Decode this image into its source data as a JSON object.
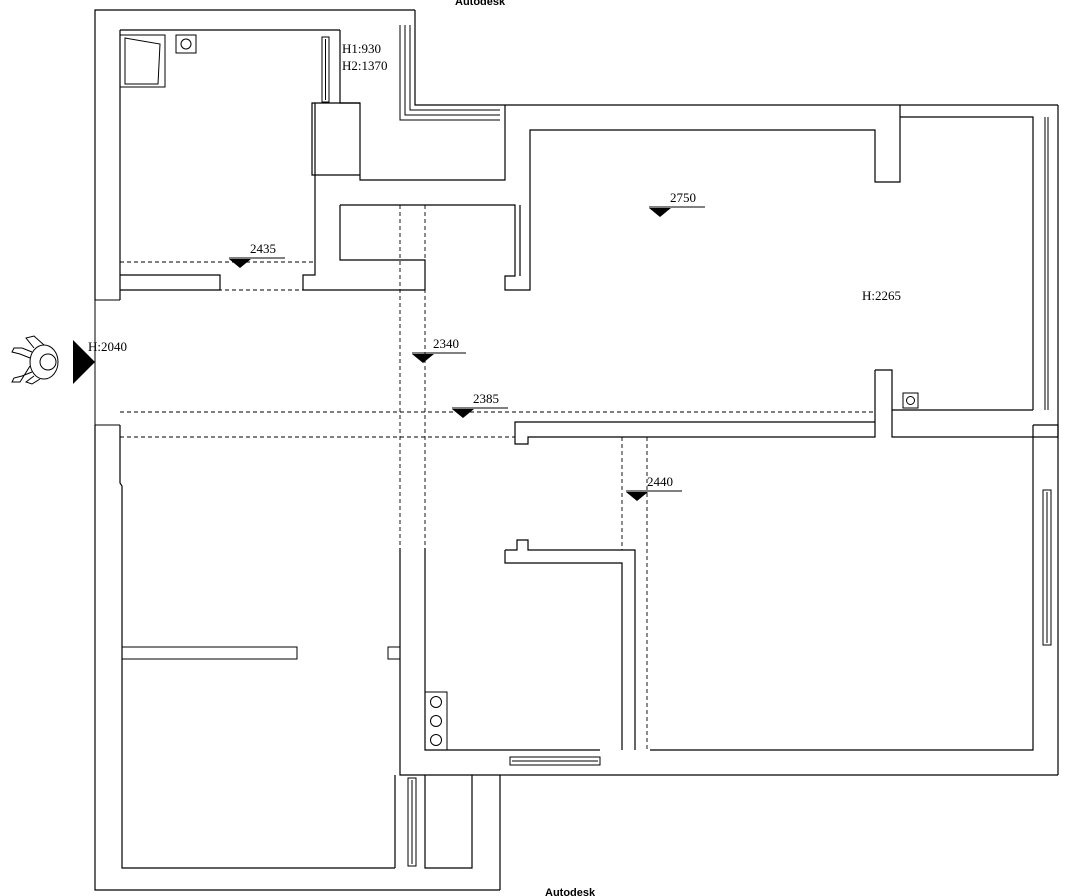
{
  "watermark_top": "Autodesk",
  "watermark_bottom": "Autodesk",
  "window_heights": {
    "h1": "H1:930",
    "h2": "H2:1370"
  },
  "heights": {
    "entrance": "H:2040",
    "living_right": "H:2265"
  },
  "ceiling_levels": [
    {
      "id": "level-2435",
      "text": "2435"
    },
    {
      "id": "level-2750",
      "text": "2750"
    },
    {
      "id": "level-2340",
      "text": "2340"
    },
    {
      "id": "level-2385",
      "text": "2385"
    },
    {
      "id": "level-2440",
      "text": "2440"
    }
  ]
}
